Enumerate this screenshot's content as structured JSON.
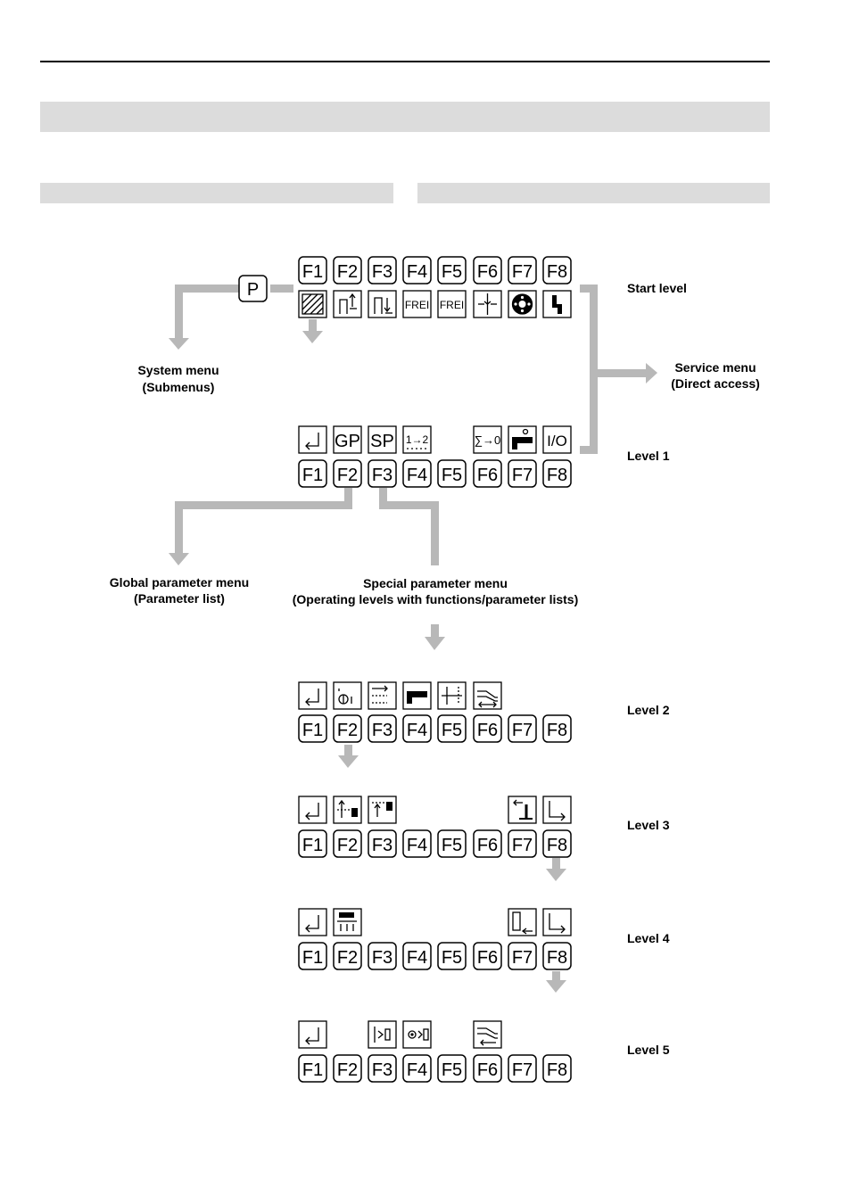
{
  "function_keys": [
    "F1",
    "F2",
    "F3",
    "F4",
    "F5",
    "F6",
    "F7",
    "F8"
  ],
  "p_key": "P",
  "start_level": {
    "label": "Start level",
    "icons": [
      "hatch-icon",
      "thread-up-icon",
      "thread-down-icon",
      "frei-icon",
      "frei-icon",
      "needle-icon",
      "bobbin-icon",
      "lightning-icon"
    ],
    "texts": {
      "frei": "FREI"
    }
  },
  "level1": {
    "label": "Level 1",
    "icons": [
      "return-icon",
      "GP",
      "SP",
      "1→2",
      "",
      "∑→0",
      "machine-icon",
      "I/O"
    ]
  },
  "level2": {
    "label": "Level 2"
  },
  "level3": {
    "label": "Level 3"
  },
  "level4": {
    "label": "Level 4"
  },
  "level5": {
    "label": "Level 5"
  },
  "menus": {
    "system": {
      "line1": "System menu",
      "line2": "(Submenus)"
    },
    "service": {
      "line1": "Service menu",
      "line2": "(Direct access)"
    },
    "global": {
      "line1": "Global parameter menu",
      "line2": "(Parameter list)"
    },
    "special": {
      "line1": "Special parameter menu",
      "line2": "(Operating levels with functions/parameter lists)"
    }
  },
  "colors": {
    "arrow": "#b8b8b8",
    "header_bar": "#dcdcdc"
  }
}
